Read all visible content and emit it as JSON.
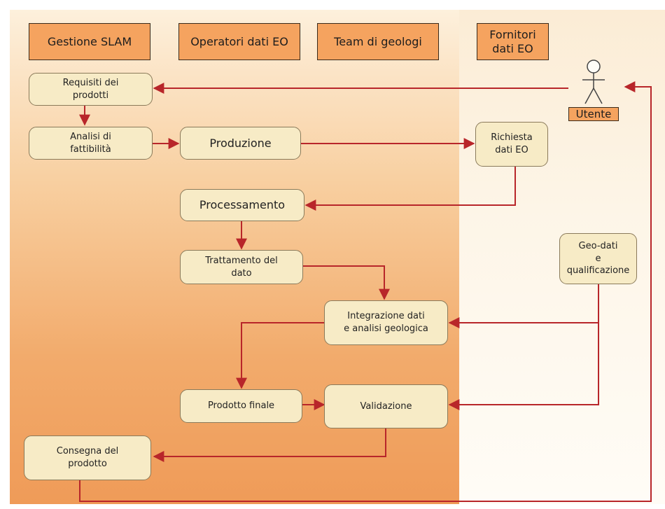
{
  "lanes": {
    "slam": "Gestione SLAM",
    "operators": "Operatori dati EO",
    "geologists": "Team di geologi",
    "suppliers": "Fornitori\ndati EO"
  },
  "actor": {
    "label": "Utente"
  },
  "steps": {
    "requisiti": "Requisiti dei\nprodotti",
    "analisi": "Analisi di\nfattibilità",
    "produzione": "Produzione",
    "richiesta": "Richiesta\ndati EO",
    "processamento": "Processamento",
    "trattamento": "Trattamento del\ndato",
    "geodati": "Geo-dati\ne qualificazione",
    "integrazione": "Integrazione dati\ne analisi geologica",
    "prodotto_finale": "Prodotto finale",
    "validazione": "Validazione",
    "consegna": "Consegna del\nprodotto"
  },
  "colors": {
    "lane_header": "#f5a35f",
    "step_box": "#f7ebc6",
    "arrow": "#b8262a"
  }
}
